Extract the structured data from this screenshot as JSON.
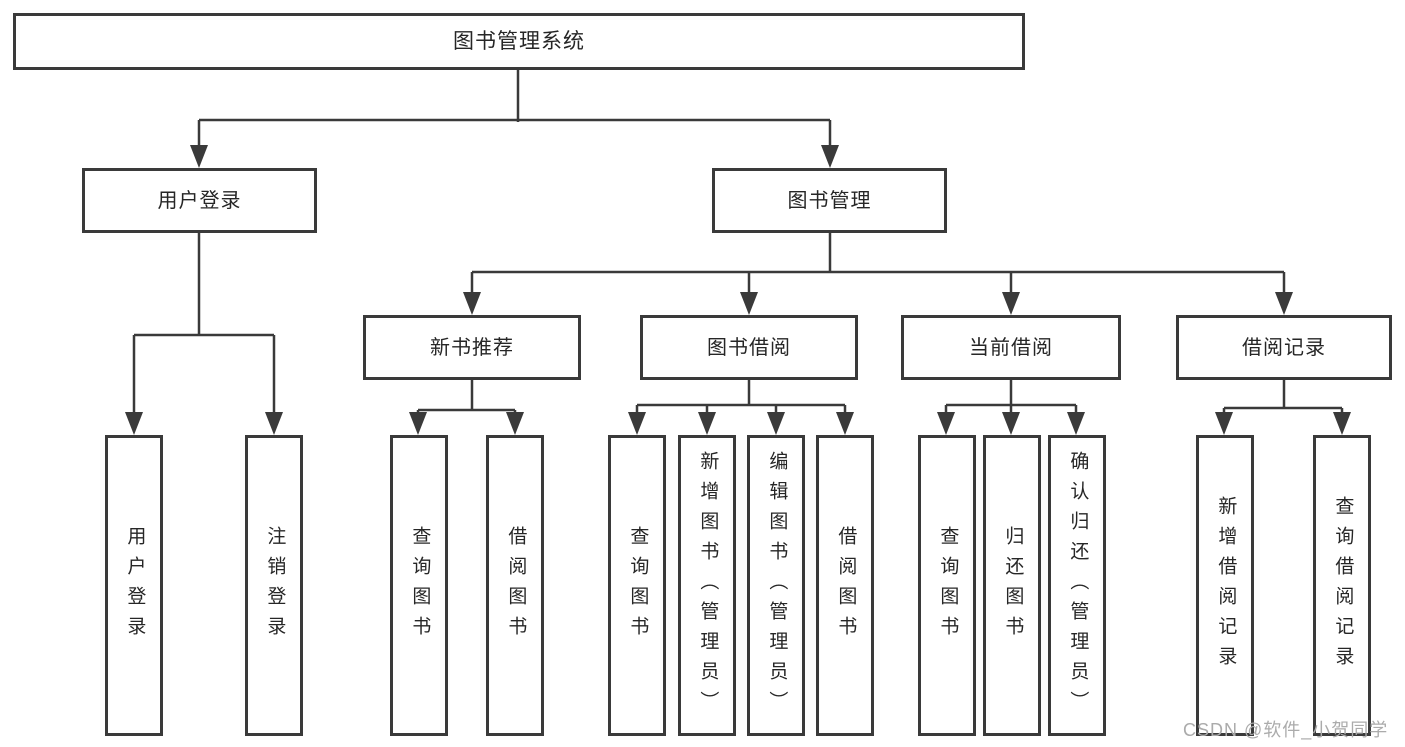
{
  "diagram": {
    "title": "图书管理系统",
    "level2": [
      {
        "label": "用户登录"
      },
      {
        "label": "图书管理"
      }
    ],
    "level3": [
      {
        "label": "新书推荐"
      },
      {
        "label": "图书借阅"
      },
      {
        "label": "当前借阅"
      },
      {
        "label": "借阅记录"
      }
    ],
    "leaves": {
      "user_login": [
        "用户登录",
        "注销登录"
      ],
      "new_book": [
        "查询图书",
        "借阅图书"
      ],
      "book_borrow": [
        "查询图书",
        "新增图书（管理员）",
        "编辑图书（管理员）",
        "借阅图书"
      ],
      "current_borrow": [
        "查询图书",
        "归还图书",
        "确认归还（管理员）"
      ],
      "records": [
        "新增借阅记录",
        "查询借阅记录"
      ]
    }
  },
  "colors": {
    "line": "#3a3a3a",
    "box_border": "#3a3a3a",
    "text": "#262626",
    "watermark": "#ababab"
  },
  "watermark": "CSDN @软件_小贺同学"
}
